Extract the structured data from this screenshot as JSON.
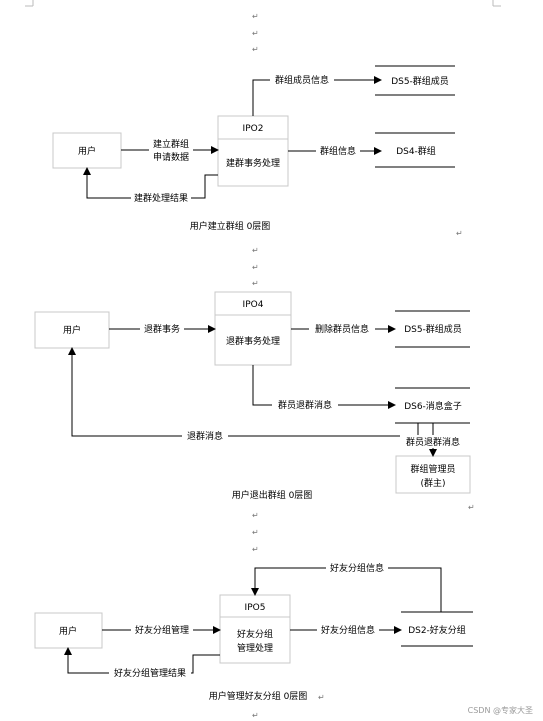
{
  "diagram1": {
    "user": "用户",
    "process_id": "IPO2",
    "process_name": "建群事务处理",
    "store_members": "DS5-群组成员",
    "store_groups": "DS4-群组",
    "flow_request_line1": "建立群组",
    "flow_request_line2": "申请数据",
    "flow_member_info": "群组成员信息",
    "flow_group_info": "群组信息",
    "flow_result": "建群处理结果",
    "caption": "用户建立群组 0层图"
  },
  "diagram2": {
    "user": "用户",
    "process_id": "IPO4",
    "process_name": "退群事务处理",
    "store_members": "DS5-群组成员",
    "store_messages": "DS6-消息盒子",
    "admin_line1": "群组管理员",
    "admin_line2": "(群主)",
    "flow_quit": "退群事务",
    "flow_delete": "删除群员信息",
    "flow_member_quit_msg": "群员退群消息",
    "flow_quit_msg": "退群消息",
    "flow_member_quit_msg_admin": "群员退群消息",
    "caption": "用户退出群组 0层图"
  },
  "diagram3": {
    "user": "用户",
    "process_id": "IPO5",
    "process_name_line1": "好友分组",
    "process_name_line2": "管理处理",
    "store_friend_groups": "DS2-好友分组",
    "flow_manage": "好友分组管理",
    "flow_group_info_to_store": "好友分组信息",
    "flow_group_info_back": "好友分组信息",
    "flow_result": "好友分组管理结果",
    "caption": "用户管理好友分组 0层图"
  },
  "paragraph_mark": "↵",
  "watermark": "CSDN @专家大圣"
}
